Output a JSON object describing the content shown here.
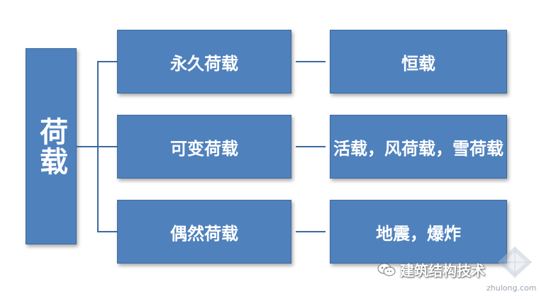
{
  "root": {
    "label": "荷载"
  },
  "categories": [
    {
      "label": "永久荷载",
      "examples": "恒载"
    },
    {
      "label": "可变荷载",
      "examples": "活载，风荷载，雪荷载"
    },
    {
      "label": "偶然荷载",
      "examples": "地震，爆炸"
    }
  ],
  "watermark": {
    "text": "建筑结构技术",
    "url": "zhulong.com",
    "icon": "wechat-icon"
  },
  "colors": {
    "box_fill": "#4f81bd",
    "box_border": "#3d6a9e",
    "text": "#ffffff"
  }
}
